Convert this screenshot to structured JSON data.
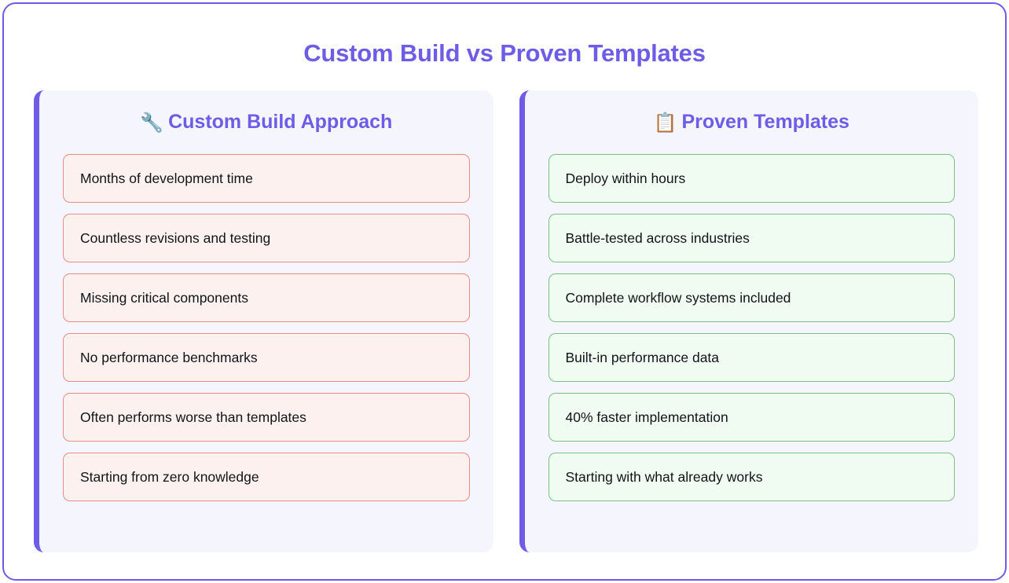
{
  "page": {
    "title": "Custom Build vs Proven Templates",
    "accent_color": "#6C5CE7",
    "background_color": "#ffffff",
    "border_color": "#6C5CE7"
  },
  "columns": [
    {
      "id": "custom-build",
      "emoji": "🔧",
      "emoji_name": "wrench-icon",
      "heading": "Custom Build Approach",
      "panel_background": "#F5F5FD",
      "item_background": "#FDF1EF",
      "item_border_color": "#EE8A86",
      "items": [
        "Months of development time",
        "Countless revisions and testing",
        "Missing critical components",
        "No performance benchmarks",
        "Often performs worse than templates",
        "Starting from zero knowledge"
      ]
    },
    {
      "id": "proven-templates",
      "emoji": "📋",
      "emoji_name": "clipboard-icon",
      "heading": "Proven Templates",
      "panel_background": "#F5F5FD",
      "item_background": "#F0FCF2",
      "item_border_color": "#7BC08A",
      "items": [
        "Deploy within hours",
        "Battle-tested across industries",
        "Complete workflow systems included",
        "Built-in performance data",
        "40% faster implementation",
        "Starting with what already works"
      ]
    }
  ]
}
